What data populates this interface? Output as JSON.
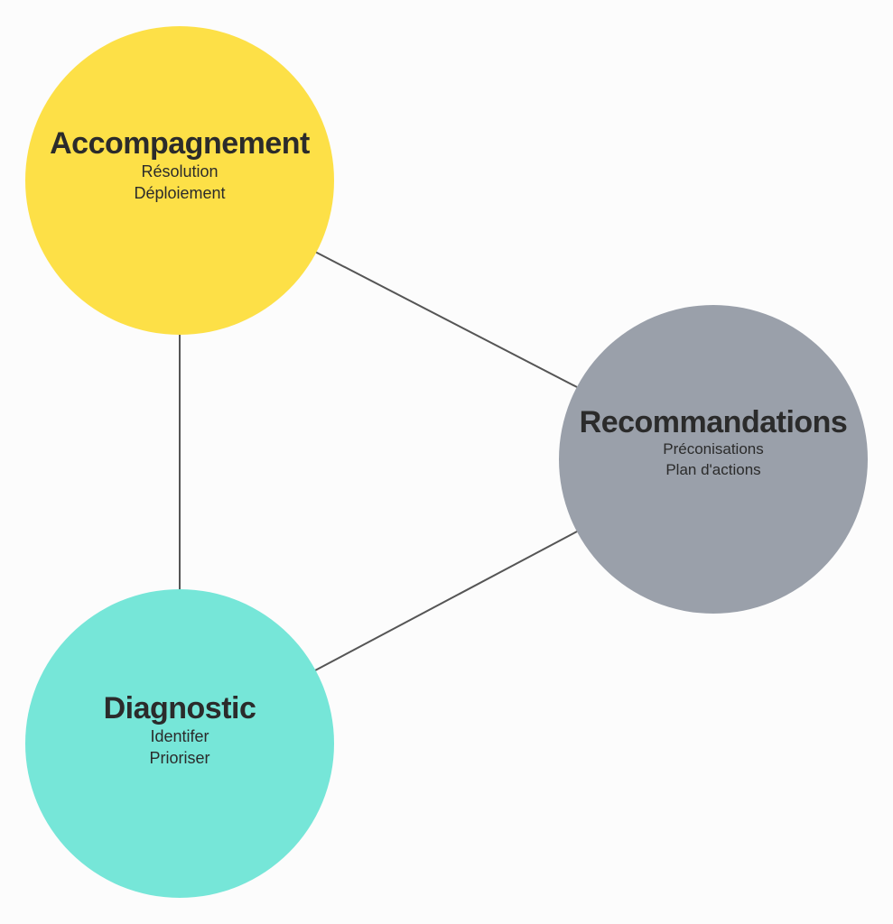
{
  "diagram": {
    "colors": {
      "background": "#fcfcfc",
      "connector": "#555555",
      "text": "#2b2b2b"
    },
    "nodes": [
      {
        "id": "accompagnement",
        "title": "Accompagnement",
        "lines": [
          "Résolution",
          "Déploiement"
        ],
        "color": "#fde047"
      },
      {
        "id": "recommandations",
        "title": "Recommandations",
        "lines": [
          "Préconisations",
          "Plan d'actions"
        ],
        "color": "#9aa0aa"
      },
      {
        "id": "diagnostic",
        "title": "Diagnostic",
        "lines": [
          "Identifer",
          "Prioriser"
        ],
        "color": "#76e6d8"
      }
    ],
    "connections": [
      [
        "accompagnement",
        "recommandations"
      ],
      [
        "accompagnement",
        "diagnostic"
      ],
      [
        "recommandations",
        "diagnostic"
      ]
    ]
  }
}
